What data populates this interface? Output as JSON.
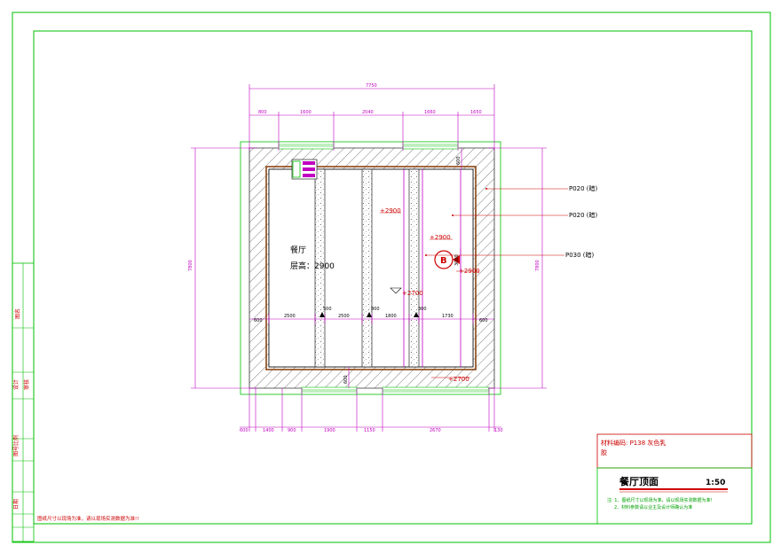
{
  "room": {
    "name": "餐厅",
    "height_label": "层高：2900"
  },
  "levels": [
    "+2900",
    "+2900",
    "+2700",
    "+2900",
    "+2700"
  ],
  "materials": [
    "P020 (暗)",
    "P020 (暗)",
    "P030 (暗)"
  ],
  "index_tag": "B",
  "dims": {
    "top_total": "7750",
    "top_parts": [
      "800",
      "1600",
      "2040",
      "1660",
      "1650"
    ],
    "inner_row": [
      "600",
      "2500",
      "500",
      "2500",
      "800",
      "1800",
      "300",
      "1730",
      "600"
    ],
    "bottom_parts": [
      "600",
      "1400",
      "900",
      "1900",
      "1150",
      "2670",
      "130"
    ],
    "left_total": "7800",
    "right_total": "7800",
    "vert_small": [
      "600",
      "3000",
      "600"
    ]
  },
  "title_block": {
    "ref": "材料编码: P138  灰色乳",
    "ref2": "胶",
    "drawing_title": "餐厅顶面",
    "scale": "1:50",
    "notes": [
      "注: 1、图纸尺寸以现场为准，请以现场实测数据为准!",
      "2、材料参数请以业主及设计师确认为准"
    ]
  },
  "left_column": [
    "图名",
    "设计",
    "审核",
    "图号比例",
    "日期"
  ],
  "footer_note": "图纸尺寸以现场为准，请以现场实测数据为准!!"
}
